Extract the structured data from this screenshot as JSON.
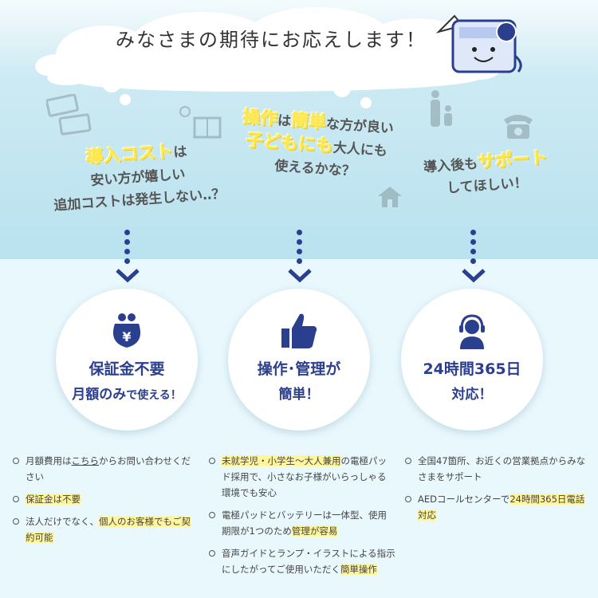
{
  "headline": "みなさまの期待にお応えします！",
  "concerns": [
    {
      "hl": "導入コスト",
      "rest1": "は",
      "line2": "安い方が嬉しい",
      "line3": "追加コストは発生しない‥？"
    },
    {
      "hl1": "操作",
      "mid1": "は",
      "hl2": "簡単",
      "rest1": "な方が良い",
      "hl3": "子どもにも",
      "rest2": "大人にも",
      "line3": "使えるかな？"
    },
    {
      "pre": "導入後も",
      "hl": "サポート",
      "line2": "してほしい！"
    }
  ],
  "circles": [
    {
      "icon": "purse-yen-icon",
      "yen": "¥",
      "line1": "保証金不要",
      "line2a": "月額のみ",
      "line2b": "で使える！"
    },
    {
      "icon": "thumbs-up-icon",
      "line1": "操作･管理が",
      "line2": "簡単！"
    },
    {
      "icon": "operator-headset-icon",
      "line1": "24時間365日",
      "line2": "対応！"
    }
  ],
  "features": {
    "col1": [
      {
        "a": "月額費用は",
        "link": "こちら",
        "b": "からお問い合わせください"
      },
      {
        "mark": "保証金は不要"
      },
      {
        "a": "法人だけでなく、",
        "mark": "個人のお客様でもご契約可能"
      }
    ],
    "col2": [
      {
        "mark": "未就学児・小学生～大人兼用",
        "b": "の電極パッド採用で、小さなお子様がいらっしゃる環境でも安心"
      },
      {
        "a": "電極パッドとバッテリーは一体型、使用期限が1つのため",
        "mark": "管理が容易"
      },
      {
        "a": "音声ガイドとランプ・イラストによる指示にしたがってご使用いただく",
        "mark": "簡単操作"
      }
    ],
    "col3": [
      {
        "a": "全国47箇所、お近くの営業拠点からみなさまをサポート"
      },
      {
        "a": "AEDコールセンターで",
        "mark": "24時間365日電話対応"
      }
    ]
  },
  "colors": {
    "navy": "#2b3f8f",
    "highlight": "#ffe84a",
    "marker": "#fff59a",
    "sky": "#b9e2ef"
  }
}
